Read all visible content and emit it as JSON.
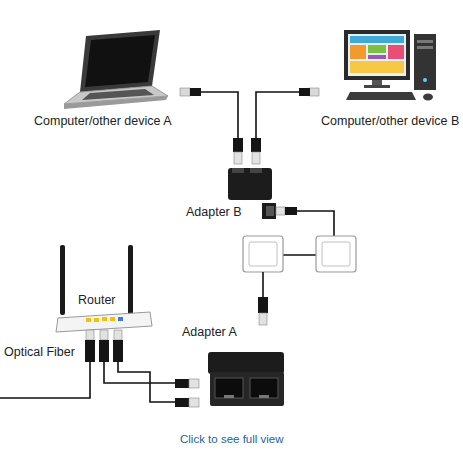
{
  "diagram": {
    "labels": [
      "Computer/other device A",
      "Computer/other device B",
      "Adapter B",
      "Router",
      "Optical Fiber",
      "Adapter A",
      "Click to see full view"
    ]
  }
}
